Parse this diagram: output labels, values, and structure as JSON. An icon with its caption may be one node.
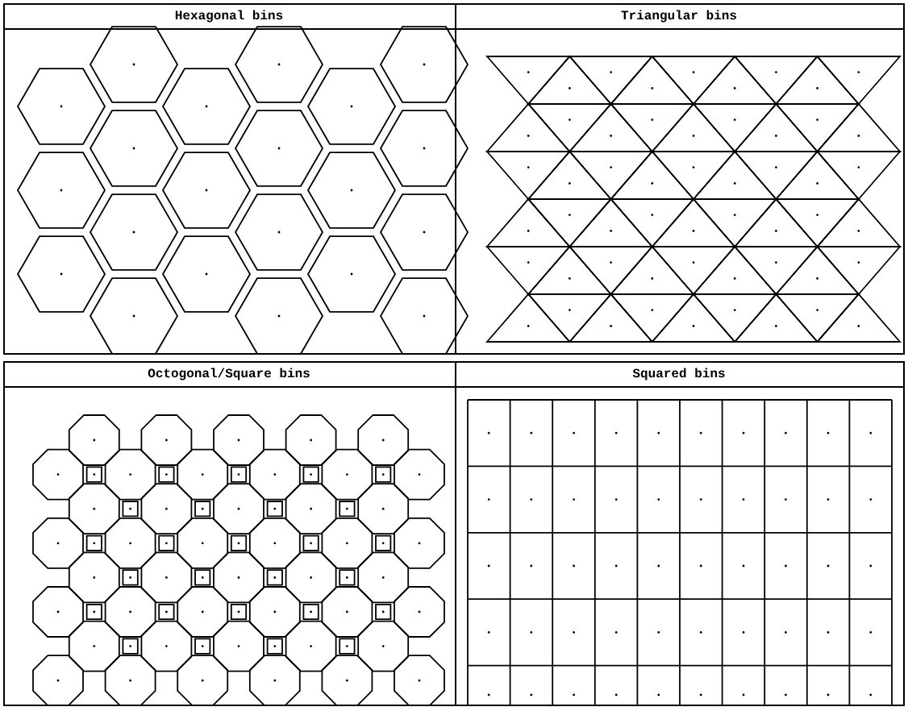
{
  "diagram": {
    "nodes": [
      {
        "text": [
          "Hexagonal bins"
        ]
      },
      {
        "text": [
          "Triangular bins"
        ]
      },
      {
        "text": [
          "Octogonal/Square bins"
        ]
      },
      {
        "text": [
          "Squared bins"
        ]
      }
    ]
  }
}
